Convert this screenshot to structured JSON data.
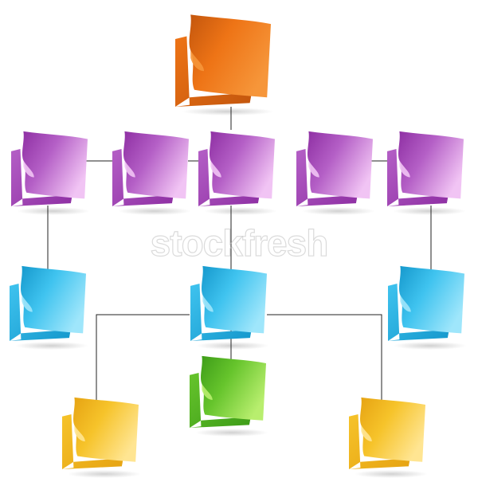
{
  "watermark": "stockfresh",
  "palette": {
    "orange": {
      "light": "#f6963a",
      "mid": "#ee7416",
      "dark": "#c3560d"
    },
    "purple": {
      "light": "#f1c4f4",
      "mid": "#b45fc6",
      "dark": "#8e2fa3"
    },
    "blue": {
      "light": "#9fe6fb",
      "mid": "#3fc3ef",
      "dark": "#1598cc"
    },
    "green": {
      "light": "#b8ee6e",
      "mid": "#66c42c",
      "dark": "#3d9c18"
    },
    "yellow": {
      "light": "#ffe592",
      "mid": "#f6c32a",
      "dark": "#e6a312"
    },
    "line": "#222222"
  },
  "nodes": [
    {
      "id": "root",
      "color": "orange",
      "level": 0
    },
    {
      "id": "l1-a",
      "color": "purple",
      "level": 1
    },
    {
      "id": "l1-b",
      "color": "purple",
      "level": 1
    },
    {
      "id": "l1-c",
      "color": "purple",
      "level": 1
    },
    {
      "id": "l1-d",
      "color": "purple",
      "level": 1
    },
    {
      "id": "l1-e",
      "color": "purple",
      "level": 1
    },
    {
      "id": "l2-a",
      "color": "blue",
      "level": 2
    },
    {
      "id": "l2-b",
      "color": "blue",
      "level": 2
    },
    {
      "id": "l2-c",
      "color": "blue",
      "level": 2
    },
    {
      "id": "l3-a",
      "color": "yellow",
      "level": 3
    },
    {
      "id": "l3-b",
      "color": "green",
      "level": 3
    },
    {
      "id": "l3-c",
      "color": "yellow",
      "level": 3
    }
  ],
  "edges": [
    [
      "root",
      "l1-c"
    ],
    [
      "l1-a",
      "l1-b"
    ],
    [
      "l1-b",
      "l1-c"
    ],
    [
      "l1-c",
      "l1-d"
    ],
    [
      "l1-d",
      "l1-e"
    ],
    [
      "l1-a",
      "l2-a"
    ],
    [
      "l1-c",
      "l2-b"
    ],
    [
      "l1-e",
      "l2-c"
    ],
    [
      "l2-b",
      "l3-a"
    ],
    [
      "l2-b",
      "l3-b"
    ],
    [
      "l2-b",
      "l3-c"
    ]
  ]
}
